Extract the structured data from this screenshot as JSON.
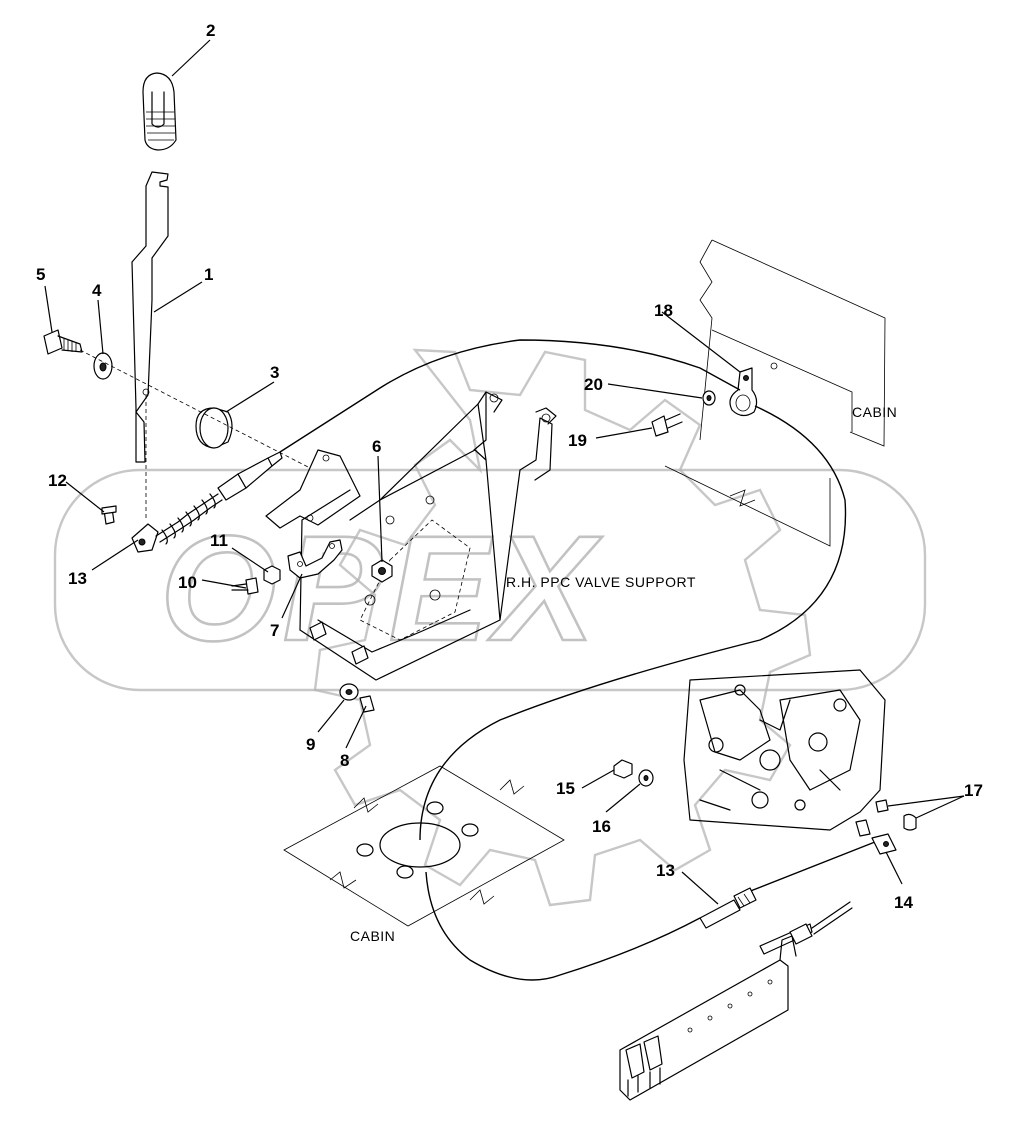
{
  "watermark": {
    "text": "OPEX",
    "color": "#b4b4b4"
  },
  "area_labels": {
    "cabin_upper": "CABIN",
    "cabin_lower": "CABIN",
    "valve_support": "R.H. PPC VALVE SUPPORT"
  },
  "callouts": {
    "c1": "1",
    "c2": "2",
    "c3": "3",
    "c4": "4",
    "c5": "5",
    "c6": "6",
    "c7": "7",
    "c8": "8",
    "c9": "9",
    "c10": "10",
    "c11": "11",
    "c12": "12",
    "c13_upper": "13",
    "c13_lower": "13",
    "c14": "14",
    "c15": "15",
    "c16": "16",
    "c17": "17",
    "c18": "18",
    "c19": "19",
    "c20": "20"
  }
}
